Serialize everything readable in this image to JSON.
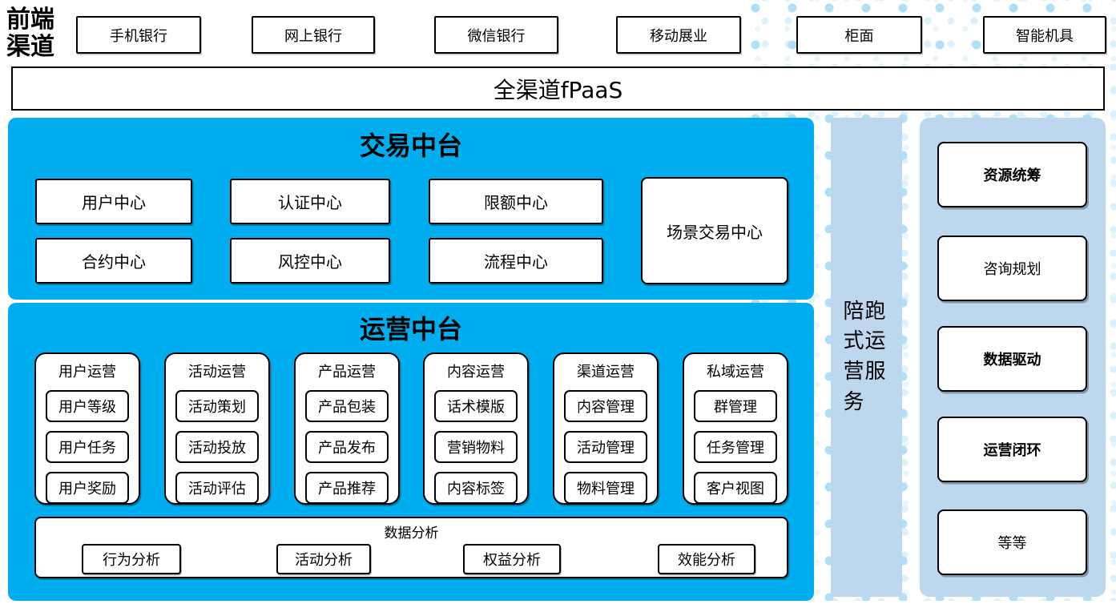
{
  "colors": {
    "panel_blue": "#00AEEF",
    "light_blue": "#BDD7EE",
    "dot_medium": "#B0E0F5",
    "dot_light": "#DCF1FB",
    "box_border": "#000000"
  },
  "front_channels": {
    "label": "前端渠道",
    "items": [
      "手机银行",
      "网上银行",
      "微信银行",
      "移动展业",
      "柜面",
      "智能机具"
    ]
  },
  "fpaas": {
    "label": "全渠道fPaaS"
  },
  "trade_platform": {
    "title": "交易中台",
    "grid_boxes": [
      "用户中心",
      "认证中心",
      "限额中心",
      "合约中心",
      "风控中心",
      "流程中心"
    ],
    "tall_box": "场景交易中心"
  },
  "operation_platform": {
    "title": "运营中台",
    "groups": [
      {
        "title": "用户运营",
        "items": [
          "用户等级",
          "用户任务",
          "用户奖励"
        ]
      },
      {
        "title": "活动运营",
        "items": [
          "活动策划",
          "活动投放",
          "活动评估"
        ]
      },
      {
        "title": "产品运营",
        "items": [
          "产品包装",
          "产品发布",
          "产品推荐"
        ]
      },
      {
        "title": "内容运营",
        "items": [
          "话术模版",
          "营销物料",
          "内容标签"
        ]
      },
      {
        "title": "渠道运营",
        "items": [
          "内容管理",
          "活动管理",
          "物料管理"
        ]
      },
      {
        "title": "私域运营",
        "items": [
          "群管理",
          "任务管理",
          "客户视图"
        ]
      }
    ],
    "analysis": {
      "title": "数据分析",
      "items": [
        "行为分析",
        "活动分析",
        "权益分析",
        "效能分析"
      ]
    }
  },
  "companion_service": {
    "label": "陪跑式运营服务"
  },
  "right_panel": {
    "items": [
      {
        "label": "资源统筹",
        "emphasis": true
      },
      {
        "label": "咨询规划",
        "emphasis": false
      },
      {
        "label": "数据驱动",
        "emphasis": true
      },
      {
        "label": "运营闭环",
        "emphasis": true
      },
      {
        "label": "等等",
        "emphasis": false
      }
    ]
  }
}
